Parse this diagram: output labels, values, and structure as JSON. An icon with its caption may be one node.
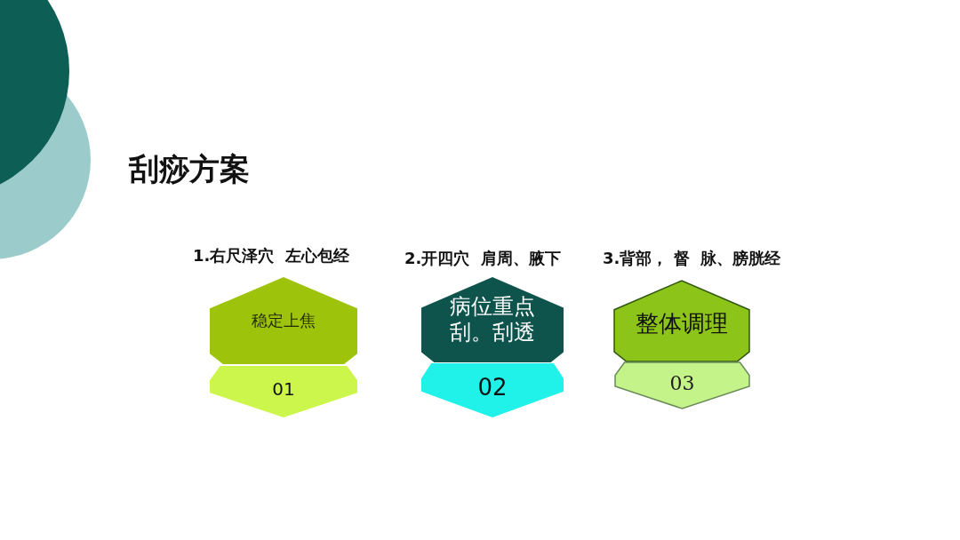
{
  "diagram": {
    "title": "刮痧方案",
    "nodes": [
      {
        "text": [
          "稳定上焦"
        ]
      },
      {
        "text": [
          "01"
        ]
      },
      {
        "text": [
          "病位重点刮。刮透"
        ]
      },
      {
        "text": [
          "02"
        ]
      },
      {
        "text": [
          "整体调理"
        ]
      },
      {
        "text": [
          "03"
        ]
      }
    ],
    "labels": [
      "1.右尺泽穴  左心包经",
      "2.开四穴  肩周、腋下",
      "3.背部， 督  脉、膀胱经"
    ]
  }
}
